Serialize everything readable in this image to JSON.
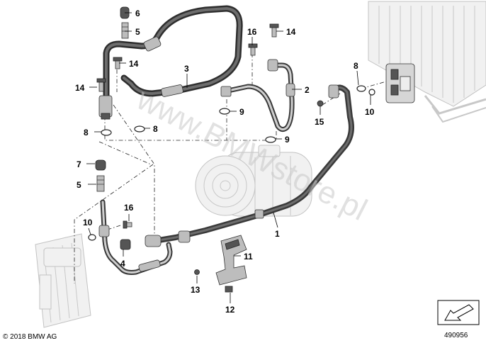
{
  "callouts": [
    {
      "label": "6"
    },
    {
      "label": "5"
    },
    {
      "label": "16"
    },
    {
      "label": "14"
    },
    {
      "label": "14"
    },
    {
      "label": "3"
    },
    {
      "label": "14"
    },
    {
      "label": "2"
    },
    {
      "label": "8"
    },
    {
      "label": "9"
    },
    {
      "label": "8"
    },
    {
      "label": "8"
    },
    {
      "label": "9"
    },
    {
      "label": "10"
    },
    {
      "label": "15"
    },
    {
      "label": "7"
    },
    {
      "label": "5"
    },
    {
      "label": "16"
    },
    {
      "label": "10"
    },
    {
      "label": "1"
    },
    {
      "label": "4"
    },
    {
      "label": "11"
    },
    {
      "label": "13"
    },
    {
      "label": "12"
    }
  ],
  "watermark": "www.BMWstore.pl",
  "footer": {
    "copyright": "© 2018 BMW AG",
    "diagram_number": "490956"
  }
}
